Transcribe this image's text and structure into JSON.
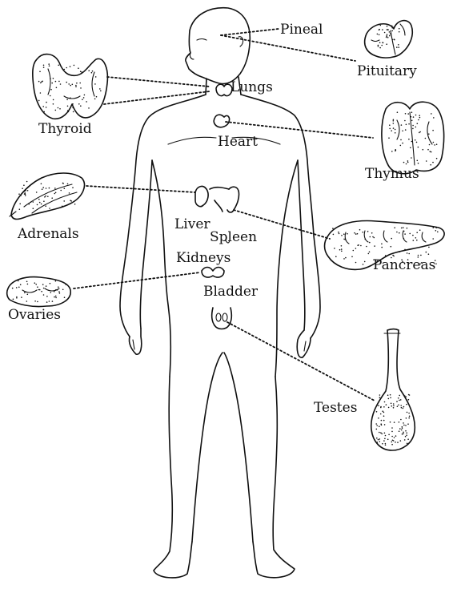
{
  "labels": {
    "pineal": "Pineal",
    "pituitary": "Pituitary",
    "lungs": "Lungs",
    "thyroid": "Thyroid",
    "heart": "Heart",
    "thymus": "Thymus",
    "adrenals": "Adrenals",
    "liver": "Liver",
    "spleen": "Spleen",
    "kidneys": "Kidneys",
    "pancreas": "Pancreas",
    "ovaries": "Ovaries",
    "bladder": "Bladder",
    "testes": "Testes"
  },
  "colors": {
    "ink": "#111111",
    "background": "#ffffff"
  }
}
